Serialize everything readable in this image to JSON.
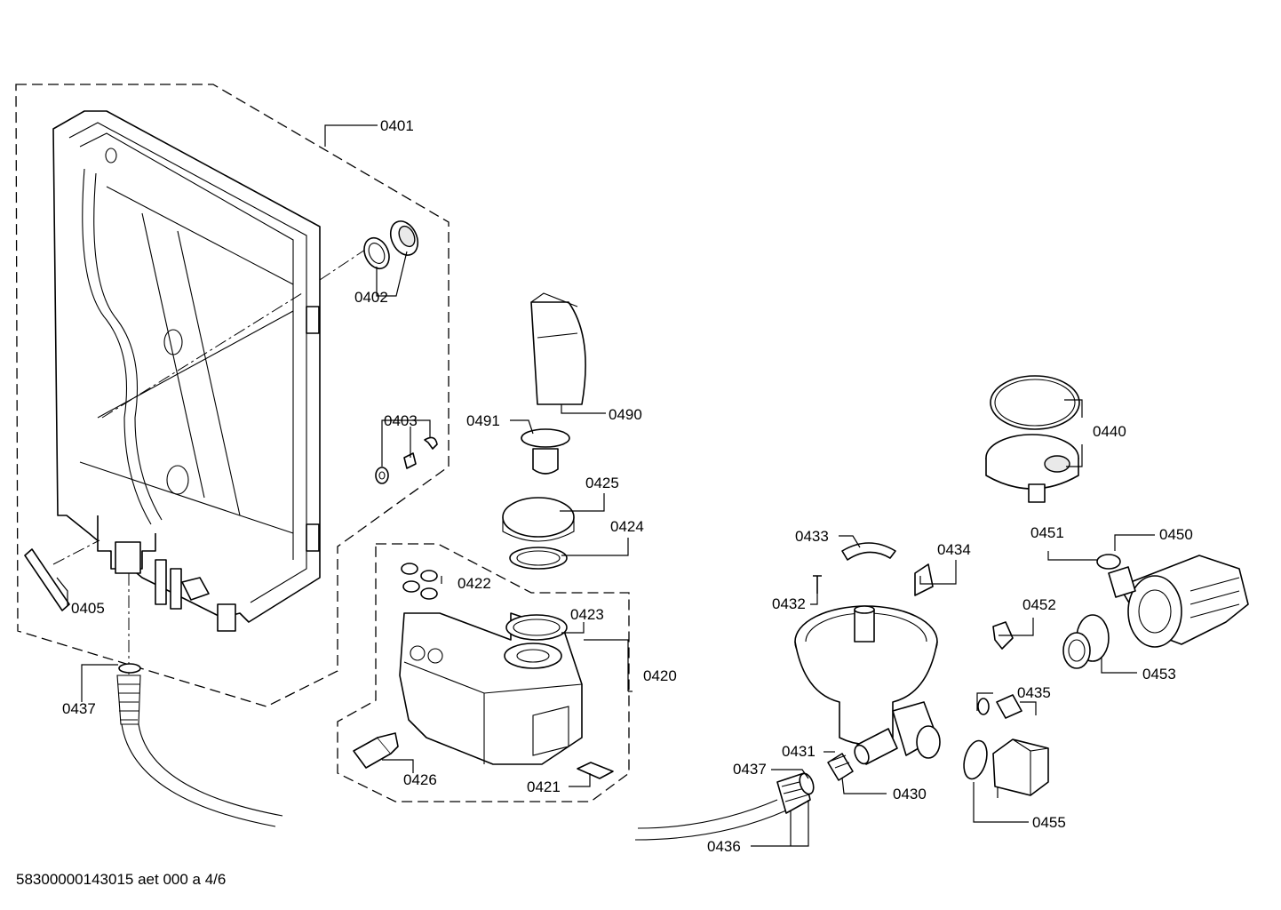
{
  "footer": "58300000143015 aet 000 a 4/6",
  "labels": {
    "p0401": "0401",
    "p0402": "0402",
    "p0403": "0403",
    "p0405": "0405",
    "p0437a": "0437",
    "p0490": "0490",
    "p0491": "0491",
    "p0425": "0425",
    "p0424": "0424",
    "p0422": "0422",
    "p0423": "0423",
    "p0420": "0420",
    "p0426": "0426",
    "p0421": "0421",
    "p0440": "0440",
    "p0451": "0451",
    "p0450": "0450",
    "p0433": "0433",
    "p0434": "0434",
    "p0432": "0432",
    "p0452": "0452",
    "p0453": "0453",
    "p0435": "0435",
    "p0431": "0431",
    "p0437b": "0437",
    "p0430": "0430",
    "p0455": "0455",
    "p0436": "0436"
  }
}
